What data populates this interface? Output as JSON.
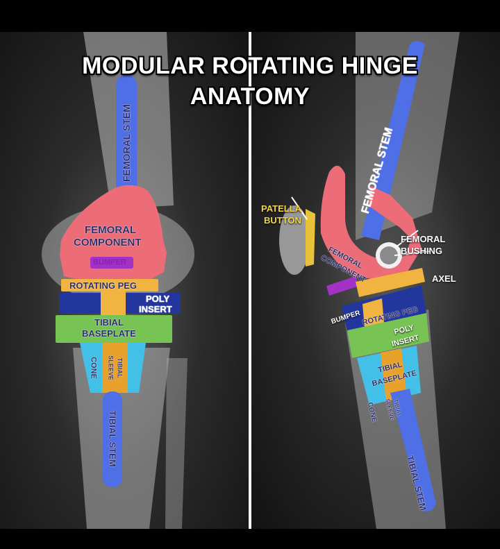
{
  "title": {
    "line1": "MODULAR ROTATING HINGE",
    "line2": "ANATOMY"
  },
  "colors": {
    "stem": "#4f6fe6",
    "femoral_component": "#ec6c78",
    "bumper": "#a232c4",
    "rotating_peg": "#f2b441",
    "poly_insert": "#22369e",
    "tibial_baseplate": "#77c454",
    "cone": "#43c0e8",
    "tibial_sleeve": "#e8a22c",
    "patella_button": "#e8c23a"
  },
  "left_view": {
    "femoral_stem": "FEMORAL STEM",
    "femoral_component_1": "FEMORAL",
    "femoral_component_2": "COMPONENT",
    "bumper": "BUMPER",
    "rotating_peg": "ROTATING PEG",
    "poly_insert_1": "POLY",
    "poly_insert_2": "INSERT",
    "tibial_baseplate_1": "TIBIAL",
    "tibial_baseplate_2": "BASEPLATE",
    "cone": "CONE",
    "tibial_sleeve_1": "TIBIAL",
    "tibial_sleeve_2": "SLEEVE",
    "tibial_stem": "TIBIAL STEM"
  },
  "right_view": {
    "patella_button_1": "PATELLA",
    "patella_button_2": "BUTTON",
    "femoral_stem": "FEMORAL STEM",
    "femoral_bushing_1": "FEMORAL",
    "femoral_bushing_2": "BUSHING",
    "axel": "AXEL",
    "femoral_component_1": "FEMORAL",
    "femoral_component_2": "COMPONENT",
    "bumper": "BUMPER",
    "rotating_peg": "ROTATING PEG",
    "poly_insert_1": "POLY",
    "poly_insert_2": "INSERT",
    "tibial_baseplate_1": "TIBIAL",
    "tibial_baseplate_2": "BASEPLATE",
    "cone": "CONE",
    "tibial_sleeve_1": "TIBIAL",
    "tibial_sleeve_2": "SLEEVE",
    "tibial_stem": "TIBIAL STEM"
  }
}
